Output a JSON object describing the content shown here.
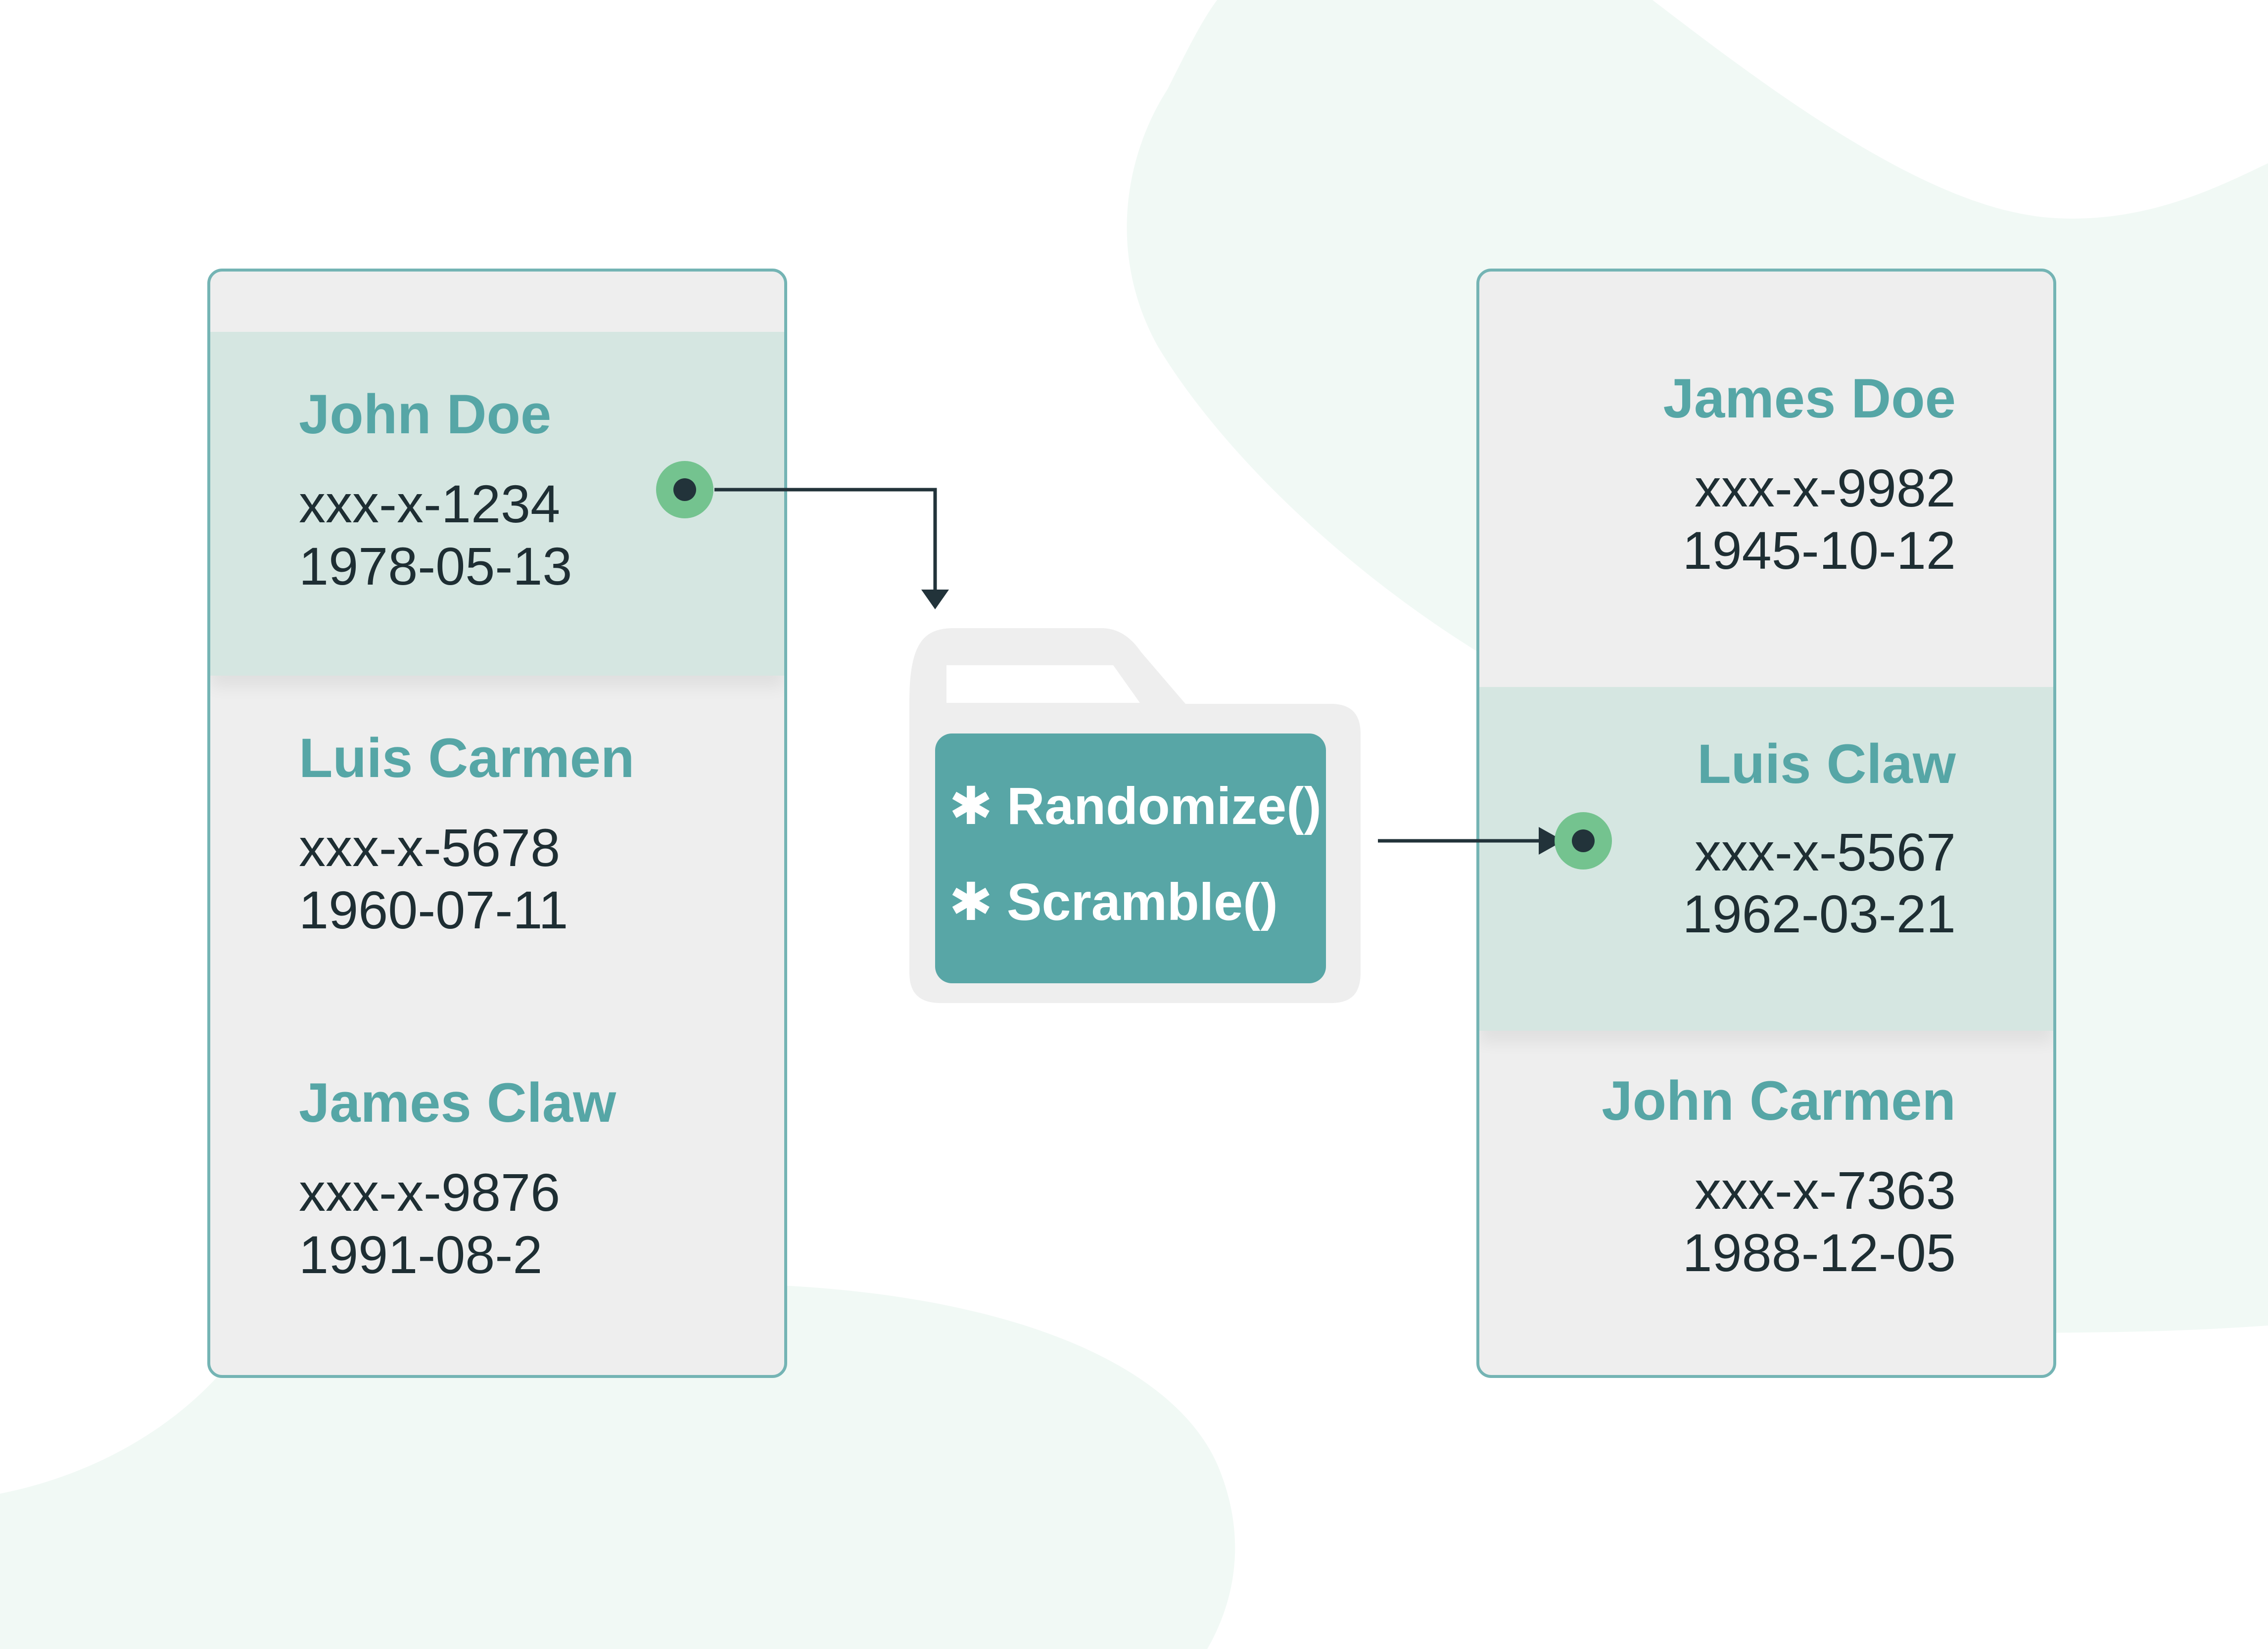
{
  "left_records": [
    {
      "name": "John Doe",
      "code": "xxx-x-1234",
      "date": "1978-05-13"
    },
    {
      "name": "Luis Carmen",
      "code": "xxx-x-5678",
      "date": "1960-07-11"
    },
    {
      "name": "James Claw",
      "code": "xxx-x-9876",
      "date": "1991-08-2"
    }
  ],
  "right_records": [
    {
      "name": "James Doe",
      "code": "xxx-x-9982",
      "date": "1945-10-12"
    },
    {
      "name": "Luis Claw",
      "code": "xxx-x-5567",
      "date": "1962-03-21"
    },
    {
      "name": "John Carmen",
      "code": "xxx-x-7363",
      "date": "1988-12-05"
    }
  ],
  "functions": [
    {
      "bullet": "✱",
      "label": "Randomize()"
    },
    {
      "bullet": "✱",
      "label": "Scramble()"
    }
  ],
  "icons": {
    "folder": "folder-icon",
    "connector_dot": "connector-dot-icon",
    "arrow": "arrow-icon"
  },
  "colors": {
    "accent_teal": "#58a6a6",
    "highlight_row": "#d5e6e1",
    "panel_bg": "#eeeeee",
    "panel_border": "#74b4b4",
    "connector_green": "#74c38f",
    "dark_line": "#22333a",
    "background_blob": "#f1f9f5"
  }
}
